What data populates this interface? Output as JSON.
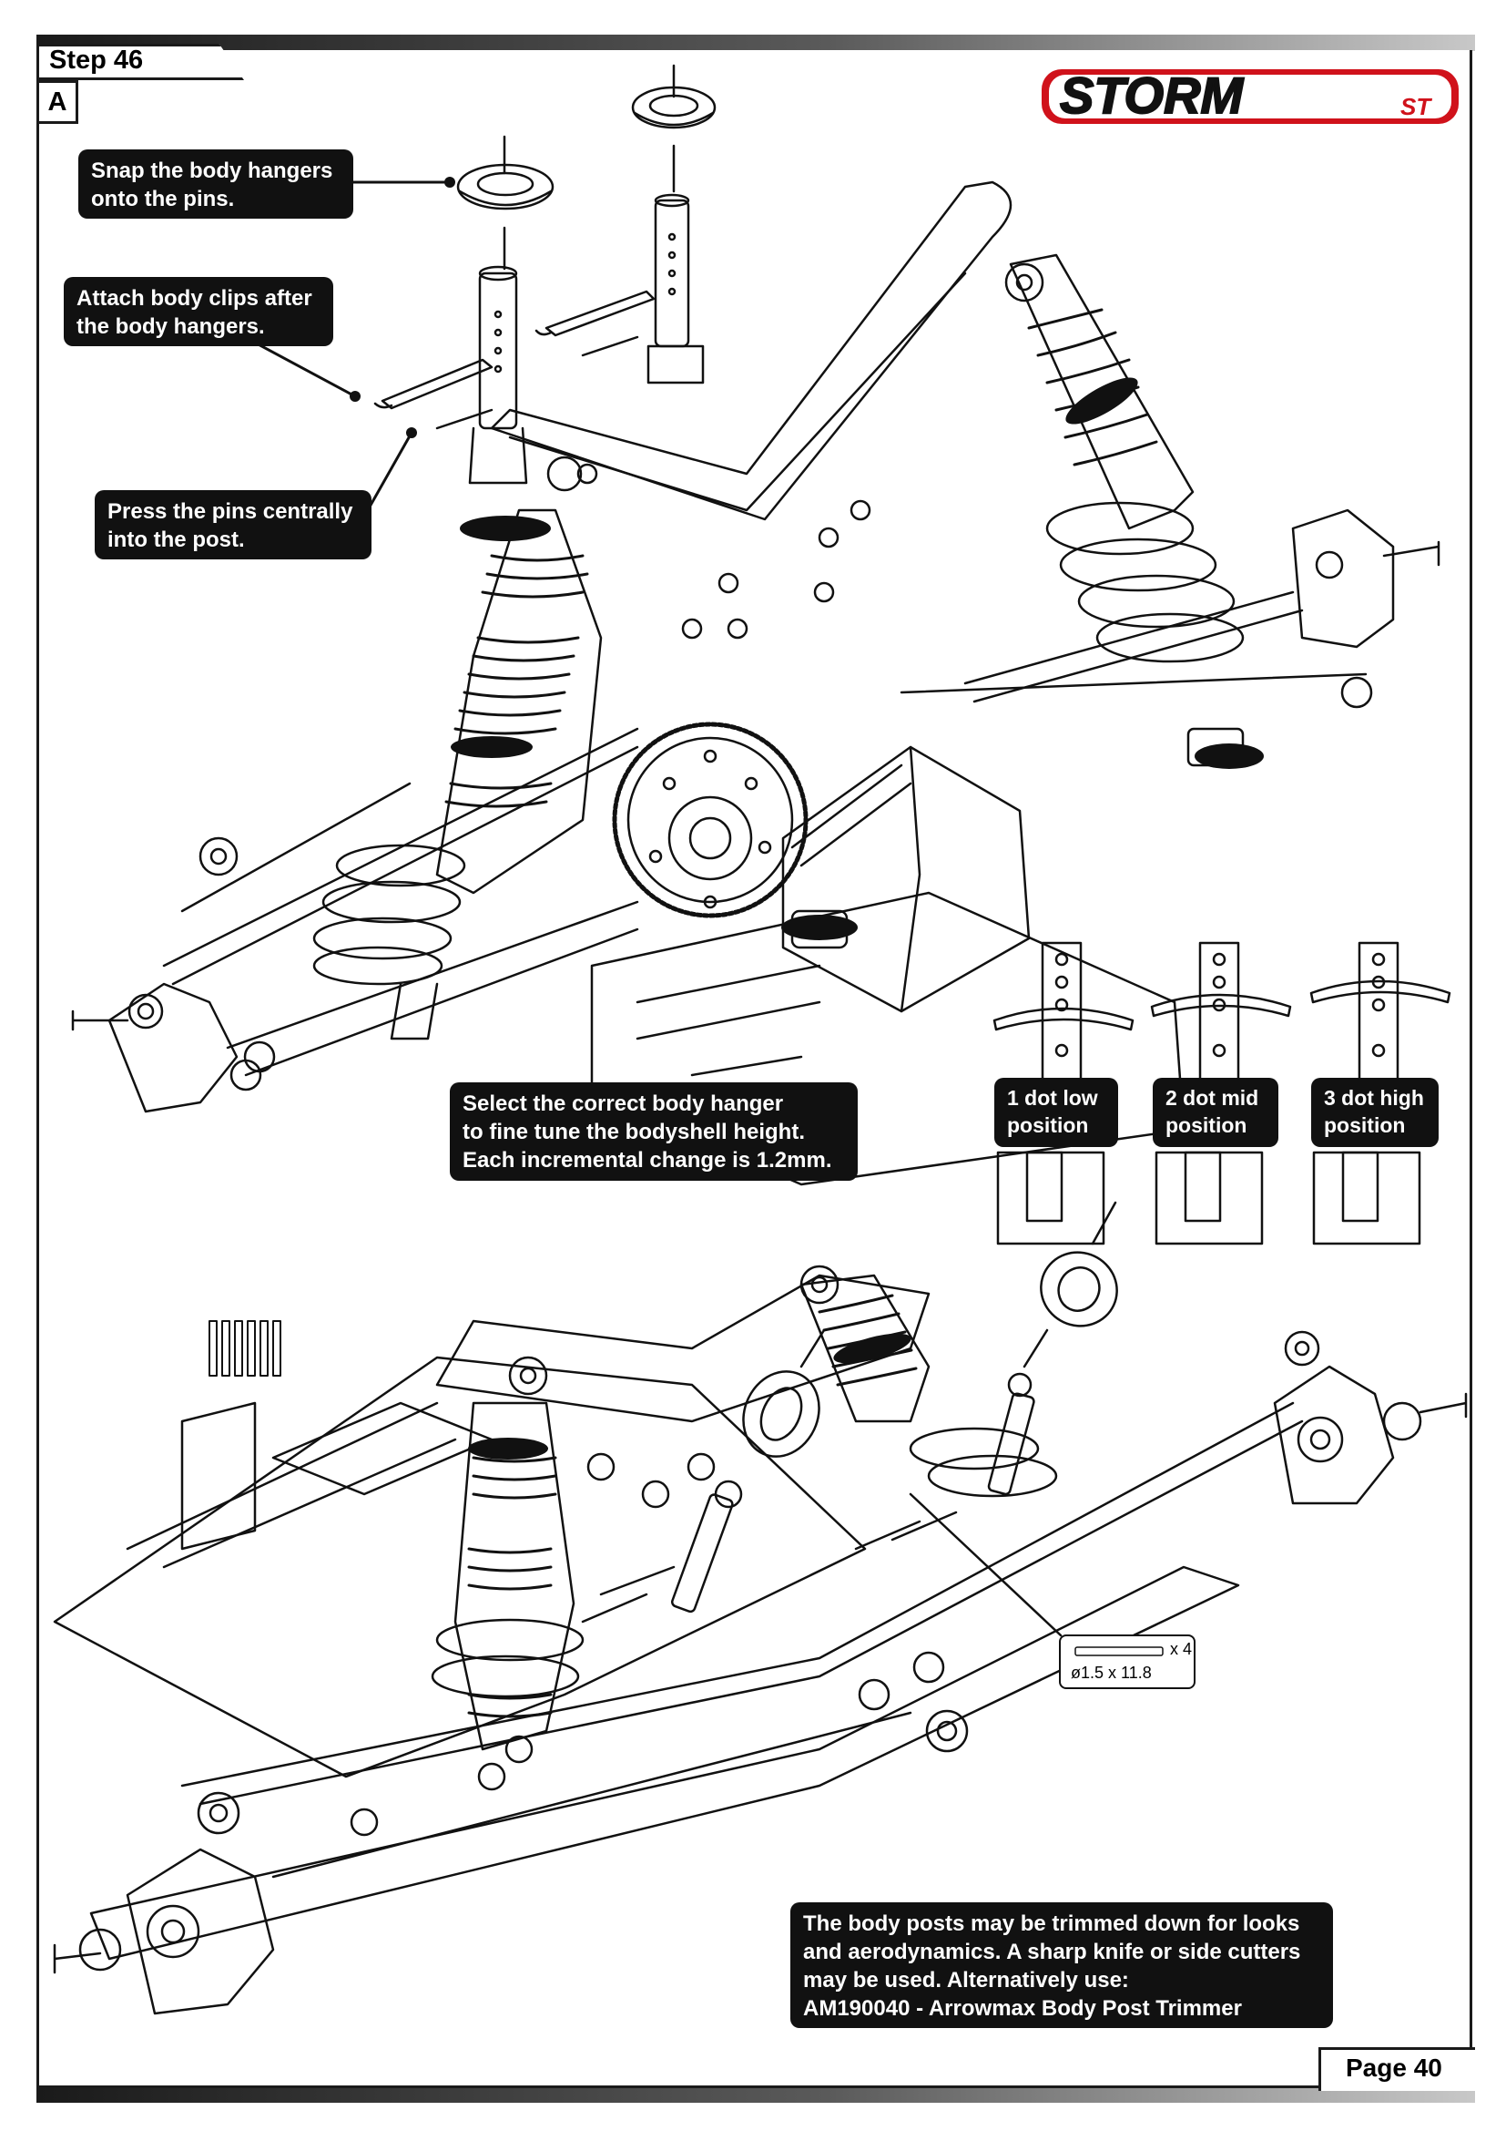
{
  "header": {
    "step": "Step 46",
    "sub_step": "A",
    "logo_text": "STORM",
    "logo_suffix": "ST"
  },
  "callouts": {
    "snap_hangers": "Snap the body hangers\nonto the pins.",
    "attach_clips": "Attach body clips after\nthe body hangers.",
    "press_pins": "Press the pins centrally\ninto the post.",
    "select_hanger": "Select the correct body hanger\nto fine tune the bodyshell height.\nEach incremental change is 1.2mm.",
    "trim_posts": "The body posts may be trimmed down for looks\nand aerodynamics. A sharp knife or side cutters\nmay be used. Alternatively use:\nAM190040 - Arrowmax Body Post Trimmer"
  },
  "positions": [
    {
      "label": "1 dot low\nposition"
    },
    {
      "label": "2 dot mid\nposition"
    },
    {
      "label": "3 dot high\nposition"
    }
  ],
  "part_spec": {
    "quantity": "x 4",
    "size": "ø1.5 x 11.8"
  },
  "footer": {
    "page": "Page 40"
  },
  "colors": {
    "callout_bg": "#111111",
    "logo_red": "#d0121b",
    "frame_dark": "#1a1a1a"
  }
}
